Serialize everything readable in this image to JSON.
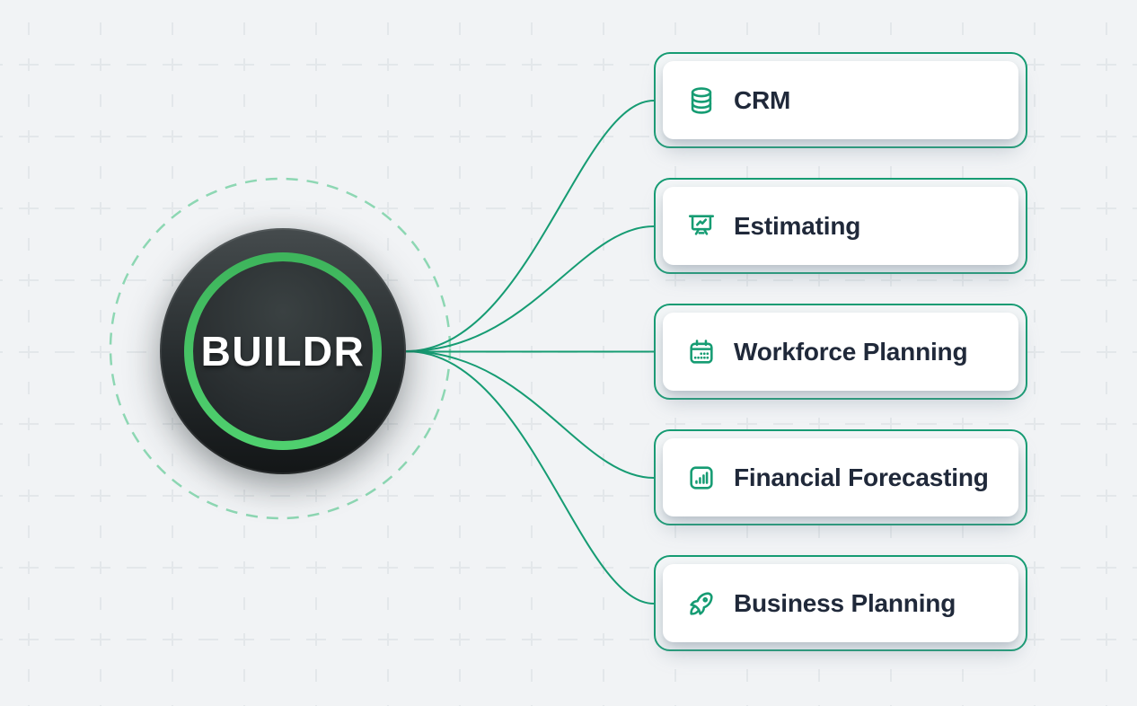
{
  "colors": {
    "bg": "#f1f3f5",
    "grid": "#e3e7ea",
    "accent": "#169c73",
    "accent-light": "#8dd7b3",
    "ring-green": "#46c767",
    "hub-dark": "#23282a",
    "label": "#20293a"
  },
  "hub": {
    "label": "BUILDR"
  },
  "nodes": [
    {
      "label": "CRM",
      "icon": "database-icon"
    },
    {
      "label": "Estimating",
      "icon": "presentation-chart-icon"
    },
    {
      "label": "Workforce Planning",
      "icon": "calendar-icon"
    },
    {
      "label": "Financial Forecasting",
      "icon": "bar-chart-icon"
    },
    {
      "label": "Business Planning",
      "icon": "rocket-icon"
    }
  ]
}
